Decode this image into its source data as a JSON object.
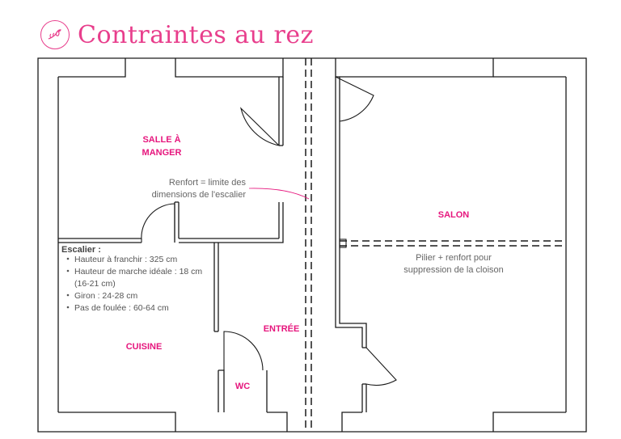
{
  "header": {
    "title": "Contraintes au rez",
    "logo_icon": "bird-branch-icon"
  },
  "rooms": {
    "salle_line1": "SALLE À",
    "salle_line2": "MANGER",
    "salon": "SALON",
    "entree": "ENTRÉE",
    "cuisine": "CUISINE",
    "wc": "WC"
  },
  "annotations": {
    "renfort_line1": "Renfort = limite des",
    "renfort_line2": "dimensions de l'escalier",
    "pilier_line1": "Pilier + renfort pour",
    "pilier_line2": "suppression de la cloison"
  },
  "stair_notes": {
    "title": "Escalier :",
    "items": [
      "Hauteur à franchir : 325 cm",
      "Hauteur de marche idéale : 18 cm",
      "(16-21 cm)",
      "Giron : 24-28 cm",
      "Pas de foulée : 60-64 cm"
    ]
  },
  "colors": {
    "accent": "#e6167d",
    "wall": "#1a1a1a",
    "text_gray": "#666666"
  }
}
